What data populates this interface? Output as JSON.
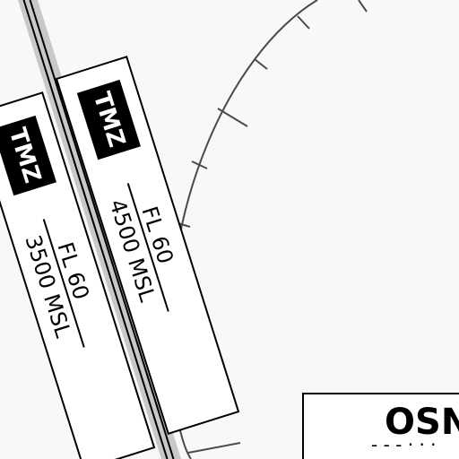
{
  "map": {
    "colors": {
      "background": "#f8f8f8",
      "boundary_halo": "#c8c8c8",
      "boundary_line": "#000000",
      "range_ring": "#4a4a4a",
      "label_box_fill": "#ffffff",
      "tmz_fill": "#000000"
    },
    "tmz_label_left": {
      "designator": "TMZ",
      "upper_limit": "FL 60",
      "lower_limit": "3500 MSL"
    },
    "tmz_label_right": {
      "designator": "TMZ",
      "upper_limit": "FL 60",
      "lower_limit": "4500 MSL"
    },
    "station_label": {
      "identifier": "OSN",
      "morse_fragment": "- - -  · · ·"
    }
  }
}
